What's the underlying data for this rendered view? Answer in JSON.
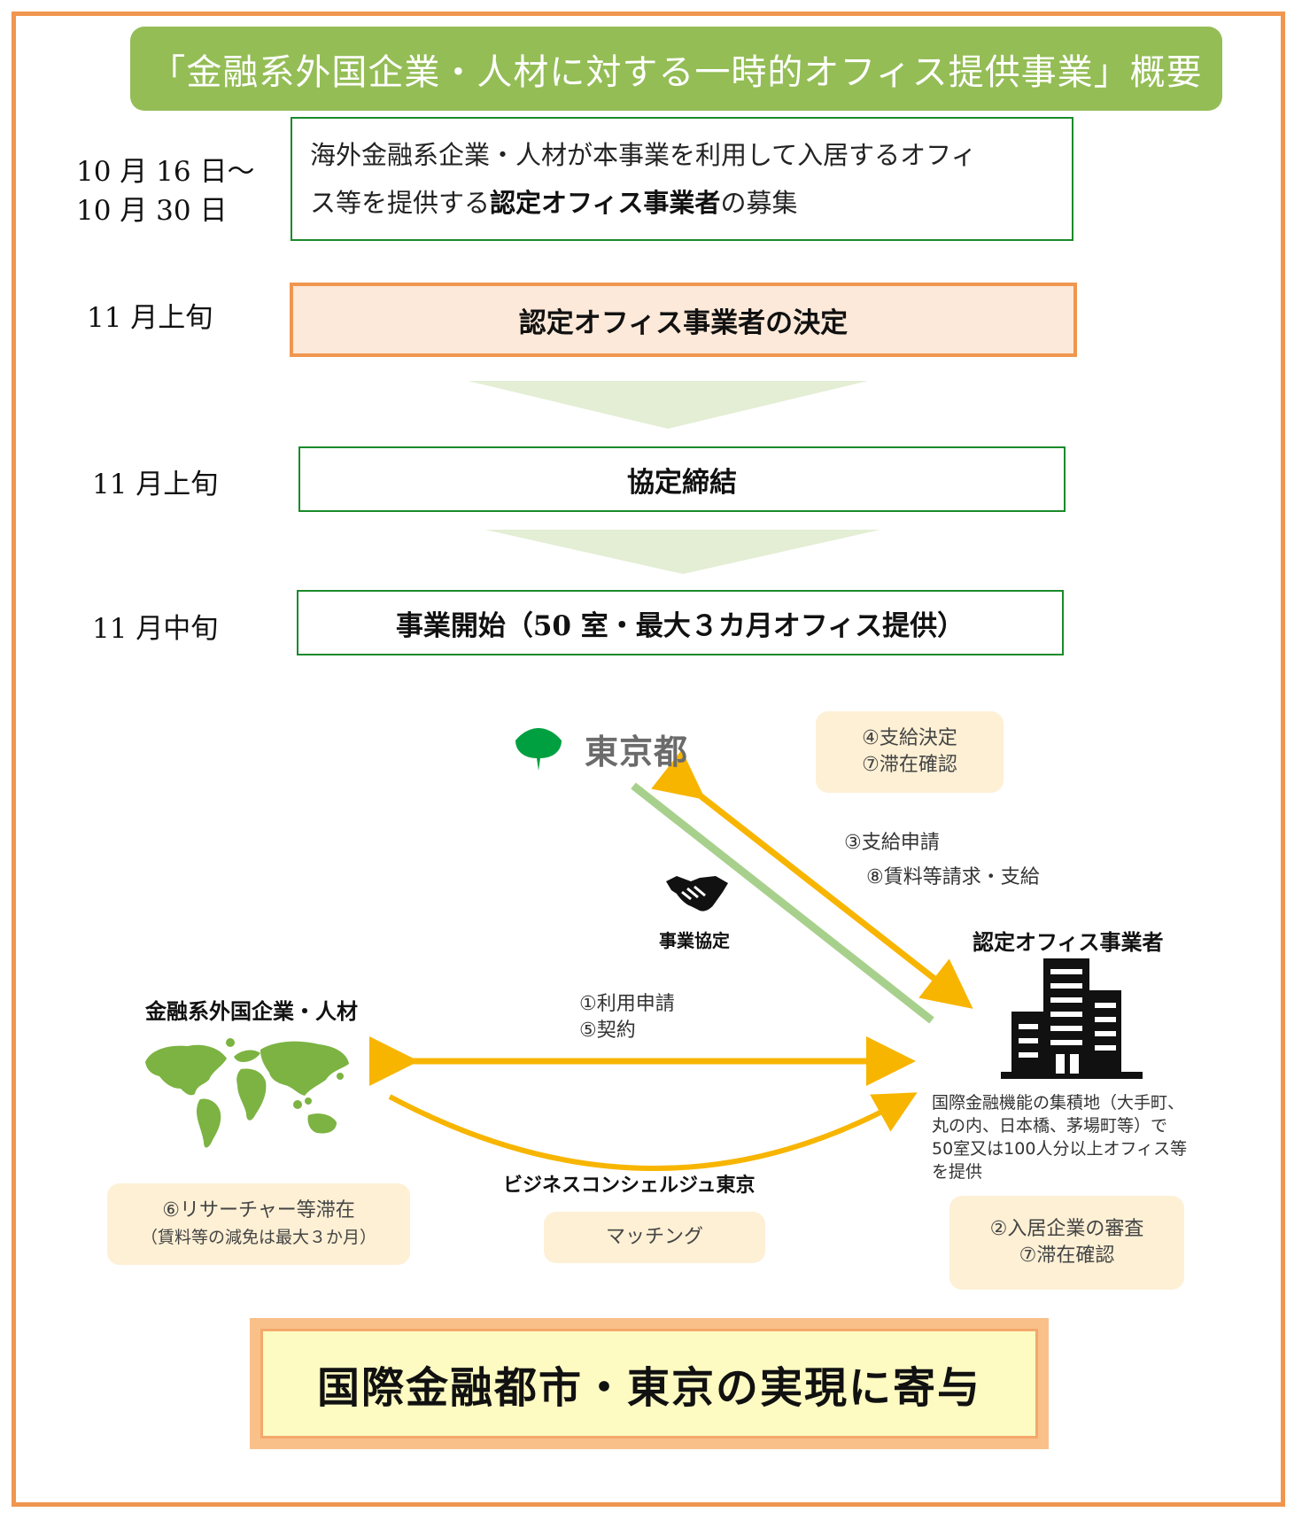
{
  "title": "「金融系外国企業・人材に対する一時的オフィス提供事業」概要",
  "timeline": [
    {
      "date_line1": "10 月 16 日〜",
      "date_line2": "10 月 30 日",
      "text_line1": "海外金融系企業・人材が本事業を利用して入居するオフィ",
      "text_line2_pre": "ス等を提供する",
      "text_line2_bold": "認定オフィス事業者",
      "text_line2_post": "の募集"
    },
    {
      "date": "11 月上旬",
      "text": "認定オフィス事業者の決定"
    },
    {
      "date": "11 月上旬",
      "text": "協定締結"
    },
    {
      "date": "11 月中旬",
      "text": "事業開始（50 室・最大３カ月オフィス提供）"
    }
  ],
  "diagram": {
    "tokyo_label": "東京都",
    "tokyo_note": [
      "④支給決定",
      "⑦滞在確認"
    ],
    "right_arrow_labels": [
      "③支給申請",
      "⑧賃料等請求・支給"
    ],
    "agreement_label": "事業協定",
    "office_operator_label": "認定オフィス事業者",
    "office_operator_desc": [
      "国際金融機能の集積地（大手町、",
      "丸の内、日本橋、茅場町等）で",
      "50室又は100人分以上オフィス等",
      "を提供"
    ],
    "office_note": [
      "②入居企業の審査",
      "⑦滞在確認"
    ],
    "foreign_label": "金融系外国企業・人材",
    "foreign_note": [
      "⑥リサーチャー等滞在",
      "（賃料等の減免は最大３か月）"
    ],
    "bottom_arrow_labels": [
      "①利用申請",
      "⑤契約"
    ],
    "concierge_label": "ビジネスコンシェルジュ東京",
    "matching_label": "マッチング"
  },
  "footer": "国際金融都市・東京の実現に寄与",
  "colors": {
    "title_green": "#94bd56",
    "frame_orange": "#f0964f",
    "arrow_yellow": "#f7b500",
    "line_green": "#a8d08d",
    "icon_green": "#7cb342",
    "tokyo_green": "#00a040"
  }
}
